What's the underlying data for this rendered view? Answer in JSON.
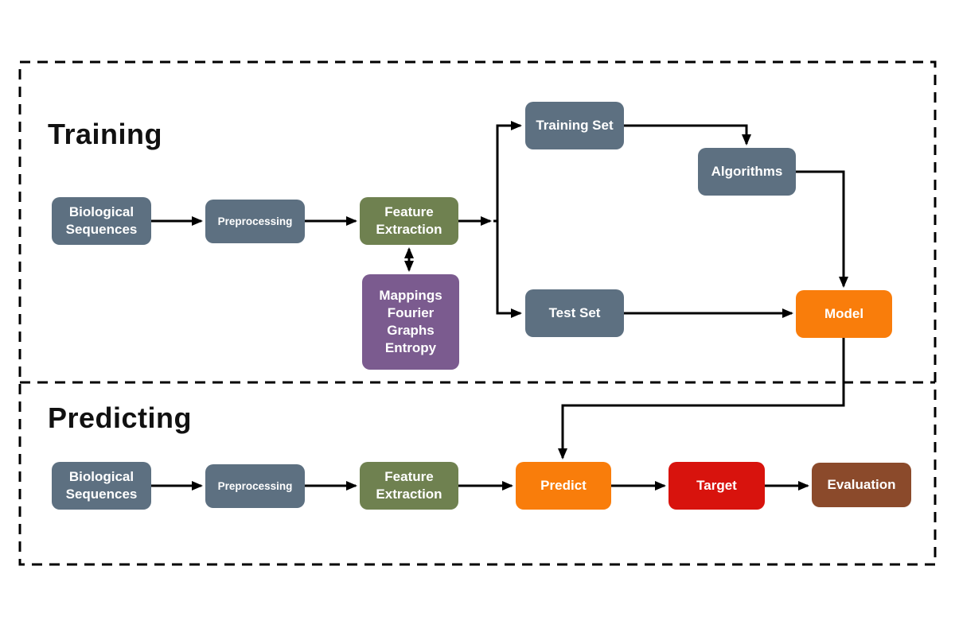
{
  "diagram": {
    "sections": {
      "training": {
        "title": "Training"
      },
      "predicting": {
        "title": "Predicting"
      }
    },
    "nodes": {
      "training_biological_sequences": {
        "label": "Biological\nSequences"
      },
      "training_preprocessing": {
        "label": "Preprocessing"
      },
      "training_feature_extraction": {
        "label": "Feature\nExtraction"
      },
      "feature_methods": {
        "label": "Mappings\nFourier\nGraphs\nEntropy"
      },
      "training_set": {
        "label": "Training Set"
      },
      "algorithms": {
        "label": "Algorithms"
      },
      "test_set": {
        "label": "Test Set"
      },
      "model": {
        "label": "Model"
      },
      "predicting_biological_sequences": {
        "label": "Biological\nSequences"
      },
      "predicting_preprocessing": {
        "label": "Preprocessing"
      },
      "predicting_feature_extraction": {
        "label": "Feature\nExtraction"
      },
      "predict": {
        "label": "Predict"
      },
      "target": {
        "label": "Target"
      },
      "evaluation": {
        "label": "Evaluation"
      }
    },
    "colors": {
      "slate": "#5d7081",
      "green": "#6f8150",
      "purple": "#7b5b8f",
      "orange": "#f97d0b",
      "red": "#d8130d",
      "brown": "#8b4a2b",
      "line": "#000000",
      "background": "#ffffff"
    }
  }
}
